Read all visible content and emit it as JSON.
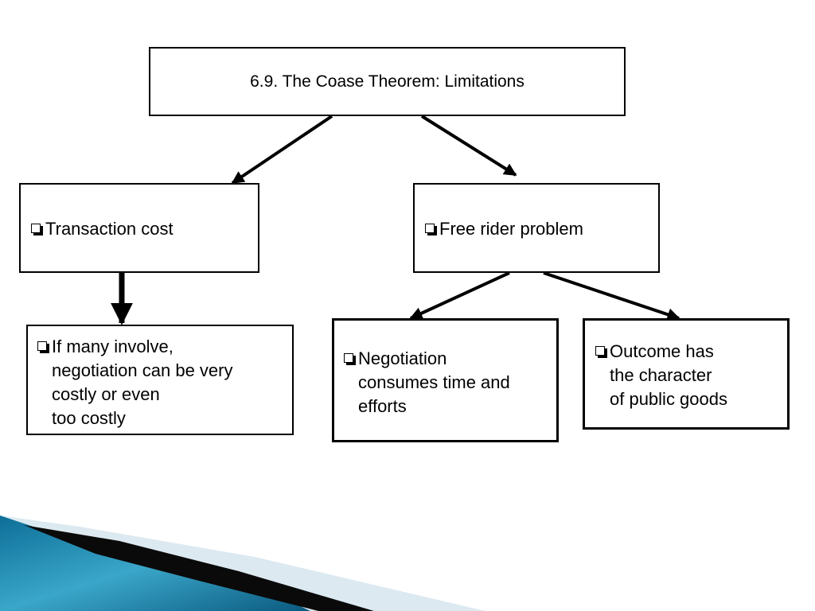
{
  "title": "6.9. The Coase Theorem: Limitations",
  "branches": {
    "transaction_cost": {
      "label": "Transaction cost",
      "detail": [
        "If many involve,",
        "negotiation can be very",
        "costly or even",
        "too costly"
      ]
    },
    "free_rider": {
      "label": "Free rider problem",
      "details": [
        [
          "Negotiation",
          "consumes time and",
          "efforts"
        ],
        [
          "Outcome has",
          "the character",
          "of public goods"
        ]
      ]
    }
  },
  "colors": {
    "ink": "#000000",
    "accent_blue": "#1a7fa8",
    "accent_light": "#dce9f1"
  },
  "icons": {
    "bullet": "checkbox-bullet-icon"
  }
}
